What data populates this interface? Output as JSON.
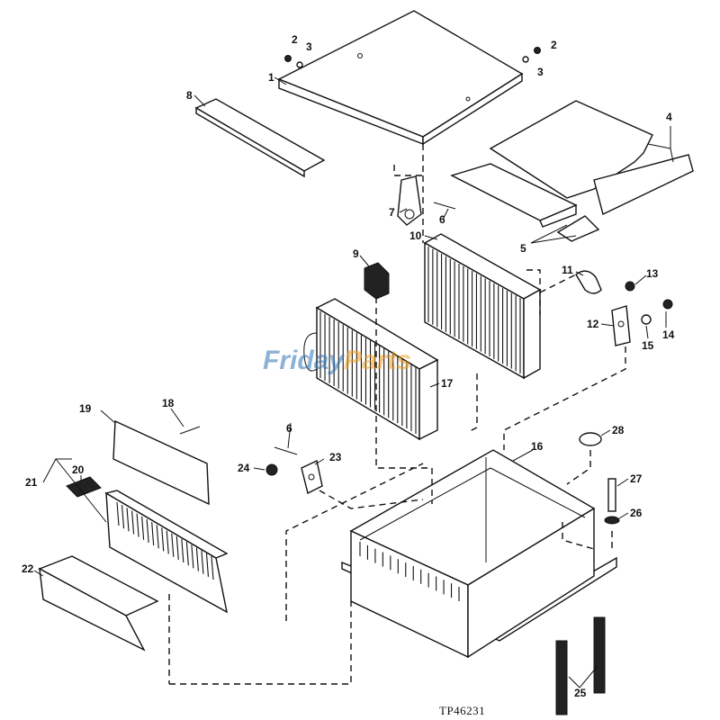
{
  "figure_id": "TP46231",
  "watermark": {
    "part1": "Friday",
    "part2": "Parts"
  },
  "callouts": {
    "c1": "1",
    "c2a": "2",
    "c3a": "3",
    "c2b": "2",
    "c3b": "3",
    "c4": "4",
    "c5": "5",
    "c6a": "6",
    "c6b": "6",
    "c7": "7",
    "c8": "8",
    "c9": "9",
    "c10": "10",
    "c11": "11",
    "c12": "12",
    "c13": "13",
    "c14": "14",
    "c15": "15",
    "c16": "16",
    "c17": "17",
    "c18": "18",
    "c19": "19",
    "c20": "20",
    "c21": "21",
    "c22": "22",
    "c23": "23",
    "c24": "24",
    "c25": "25",
    "c26": "26",
    "c27": "27",
    "c28": "28"
  }
}
